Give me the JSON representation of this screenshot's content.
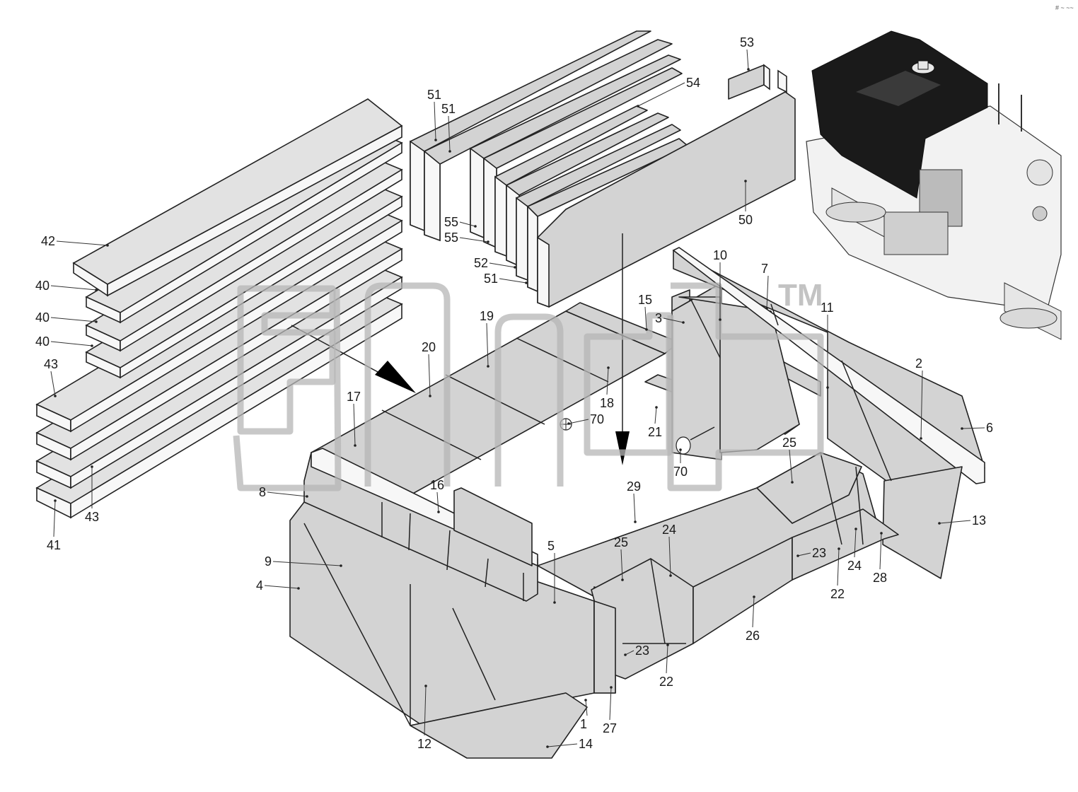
{
  "diagram": {
    "watermark_tm": "TM",
    "corner_code": "# ~ ~~",
    "callouts": [
      {
        "id": "c42",
        "text": "42"
      },
      {
        "id": "c40a",
        "text": "40"
      },
      {
        "id": "c40b",
        "text": "40"
      },
      {
        "id": "c40c",
        "text": "40"
      },
      {
        "id": "c43a",
        "text": "43"
      },
      {
        "id": "c43b",
        "text": "43"
      },
      {
        "id": "c41",
        "text": "41"
      },
      {
        "id": "c51a",
        "text": "51"
      },
      {
        "id": "c51b",
        "text": "51"
      },
      {
        "id": "c55a",
        "text": "55"
      },
      {
        "id": "c55b",
        "text": "55"
      },
      {
        "id": "c52",
        "text": "52"
      },
      {
        "id": "c51c",
        "text": "51"
      },
      {
        "id": "c53",
        "text": "53"
      },
      {
        "id": "c54",
        "text": "54"
      },
      {
        "id": "c50",
        "text": "50"
      },
      {
        "id": "c10",
        "text": "10"
      },
      {
        "id": "c7",
        "text": "7"
      },
      {
        "id": "c11",
        "text": "11"
      },
      {
        "id": "c15",
        "text": "15"
      },
      {
        "id": "c3",
        "text": "3"
      },
      {
        "id": "c19",
        "text": "19"
      },
      {
        "id": "c20",
        "text": "20"
      },
      {
        "id": "c17",
        "text": "17"
      },
      {
        "id": "c18",
        "text": "18"
      },
      {
        "id": "c70a",
        "text": "70"
      },
      {
        "id": "c21",
        "text": "21"
      },
      {
        "id": "c70b",
        "text": "70"
      },
      {
        "id": "c2",
        "text": "2"
      },
      {
        "id": "c6",
        "text": "6"
      },
      {
        "id": "c25a",
        "text": "25"
      },
      {
        "id": "c8",
        "text": "8"
      },
      {
        "id": "c16",
        "text": "16"
      },
      {
        "id": "c29",
        "text": "29"
      },
      {
        "id": "c13",
        "text": "13"
      },
      {
        "id": "c9",
        "text": "9"
      },
      {
        "id": "c4",
        "text": "4"
      },
      {
        "id": "c5",
        "text": "5"
      },
      {
        "id": "c24a",
        "text": "24"
      },
      {
        "id": "c25b",
        "text": "25"
      },
      {
        "id": "c23a",
        "text": "23"
      },
      {
        "id": "c24b",
        "text": "24"
      },
      {
        "id": "c28",
        "text": "28"
      },
      {
        "id": "c22a",
        "text": "22"
      },
      {
        "id": "c26",
        "text": "26"
      },
      {
        "id": "c23b",
        "text": "23"
      },
      {
        "id": "c22b",
        "text": "22"
      },
      {
        "id": "c1",
        "text": "1"
      },
      {
        "id": "c27",
        "text": "27"
      },
      {
        "id": "c12",
        "text": "12"
      },
      {
        "id": "c14",
        "text": "14"
      }
    ]
  }
}
